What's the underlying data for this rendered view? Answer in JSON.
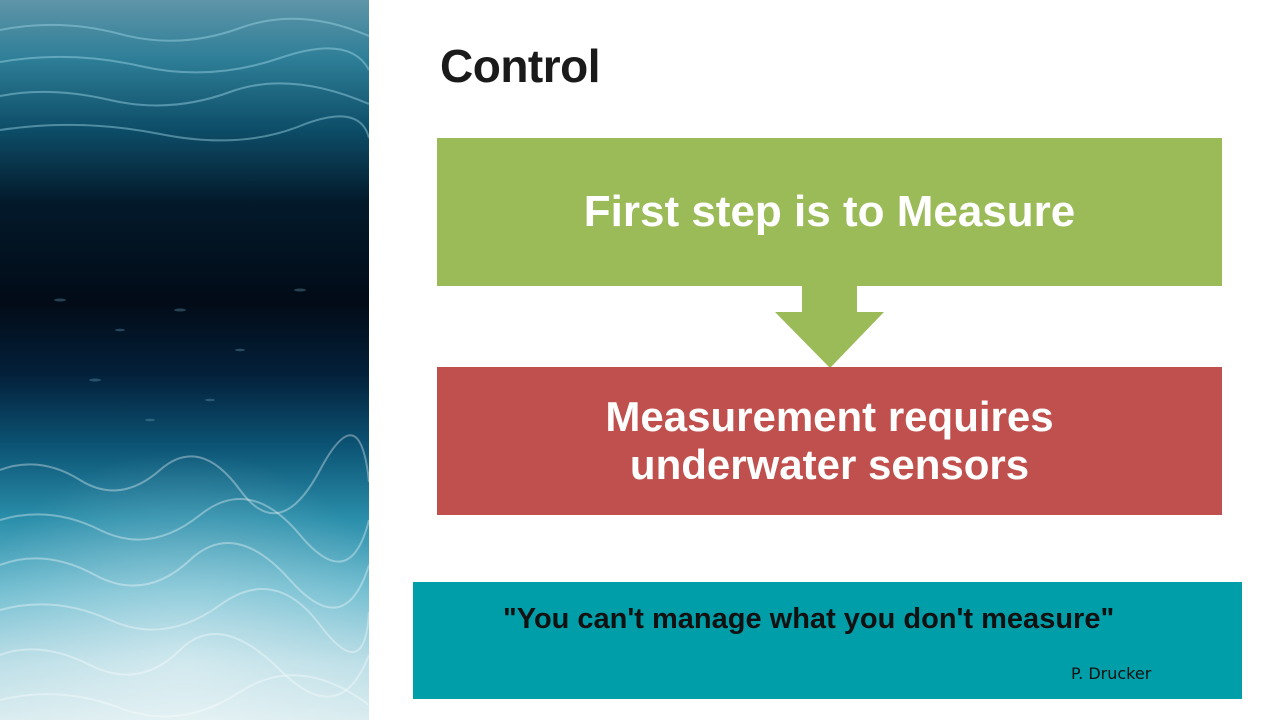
{
  "slide": {
    "title": "Control",
    "step_box": {
      "text": "First step is to Measure",
      "color": "#9bbb59"
    },
    "arrow": {
      "icon": "down-arrow-icon",
      "color": "#9bbb59"
    },
    "requirement_box": {
      "line1": "Measurement requires",
      "line2": "underwater sensors",
      "color": "#c0504d"
    },
    "quote": {
      "text": "\"You can't manage what you don't measure\"",
      "attribution": "P. Drucker",
      "color": "#009ea8"
    },
    "photo": {
      "icon": "underwater-photo"
    }
  }
}
